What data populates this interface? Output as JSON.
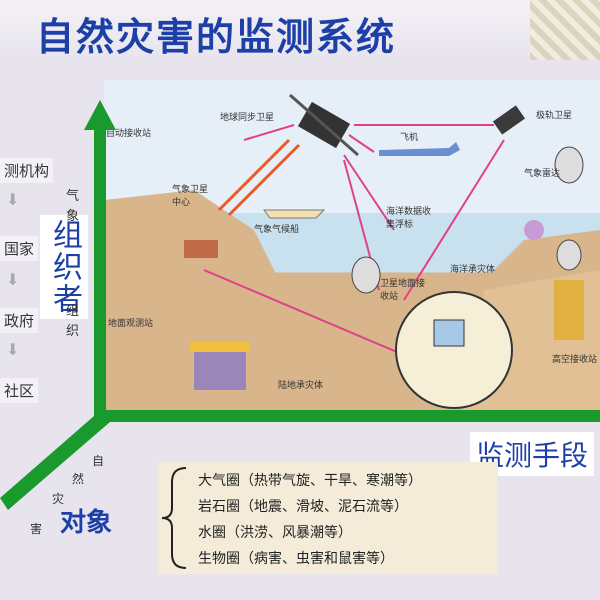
{
  "title": "自然灾害的监测系统",
  "organizers": {
    "label": "组织者",
    "chain": [
      "测机构",
      "国家",
      "政府",
      "社区"
    ],
    "side_chars": [
      "气",
      "象",
      "组",
      "织"
    ]
  },
  "means": {
    "label": "监测手段",
    "illustration_labels": {
      "geo_satellite": "地球同步卫星",
      "polar_satellite": "极轨卫星",
      "auto_station": "自动接收站",
      "plane": "飞机",
      "weather_center": "气象卫星中心",
      "weather_radar": "气象雷达",
      "weather_ship": "气象气候船",
      "ocean_buoy": "海洋数据收集浮标",
      "sat_ground": "卫星地面接收站",
      "ocean_body": "海洋承灾体",
      "ground_station": "地面观测站",
      "land_body": "陆地承灾体",
      "high_receiver": "高空接收站"
    }
  },
  "objects": {
    "label": "对象",
    "diagonal_chars": [
      "自",
      "然",
      "灾",
      "害"
    ],
    "items": [
      "大气圈（热带气旋、干旱、寒潮等）",
      "岩石圈（地震、滑坡、泥石流等）",
      "水圈（洪涝、风暴潮等）",
      "生物圈（病害、虫害和鼠害等）"
    ]
  },
  "colors": {
    "axis": "#1a9a2c",
    "title": "#1d3fa8",
    "arrow": "#e0408a"
  }
}
